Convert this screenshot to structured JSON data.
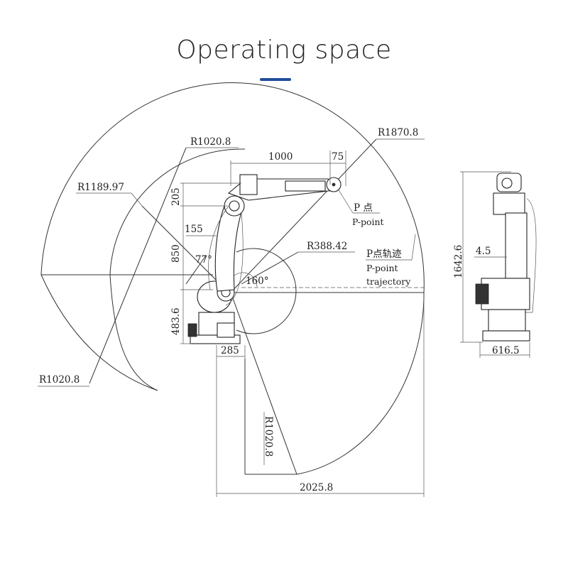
{
  "header": {
    "title": "Operating space",
    "accent_color": "#1f4e9c"
  },
  "diagram": {
    "radius_labels": {
      "r_1870_8": "R1870.8",
      "r_1020_8_top": "R1020.8",
      "r_1189_97": "R1189.97",
      "r_388_42": "R388.42",
      "r_1020_8_left": "R1020.8",
      "r_1020_8_bottom": "R1020.8"
    },
    "dimension_labels": {
      "arm_length": "1000",
      "arm_offset": "75",
      "height_205": "205",
      "offset_155": "155",
      "height_850": "850",
      "base_height": "483.6",
      "base_offset": "285",
      "total_reach": "2025.8",
      "side_height": "1642.6",
      "side_offset": "4.5",
      "side_width": "616.5"
    },
    "angle_labels": {
      "angle_77": "77°",
      "angle_160": "160°"
    },
    "point_labels": {
      "p_point_cn": "P 点",
      "p_point_en": "P-point",
      "trajectory_cn": "P点轨迹",
      "trajectory_en_1": "P-point",
      "trajectory_en_2": "trajectory"
    }
  }
}
